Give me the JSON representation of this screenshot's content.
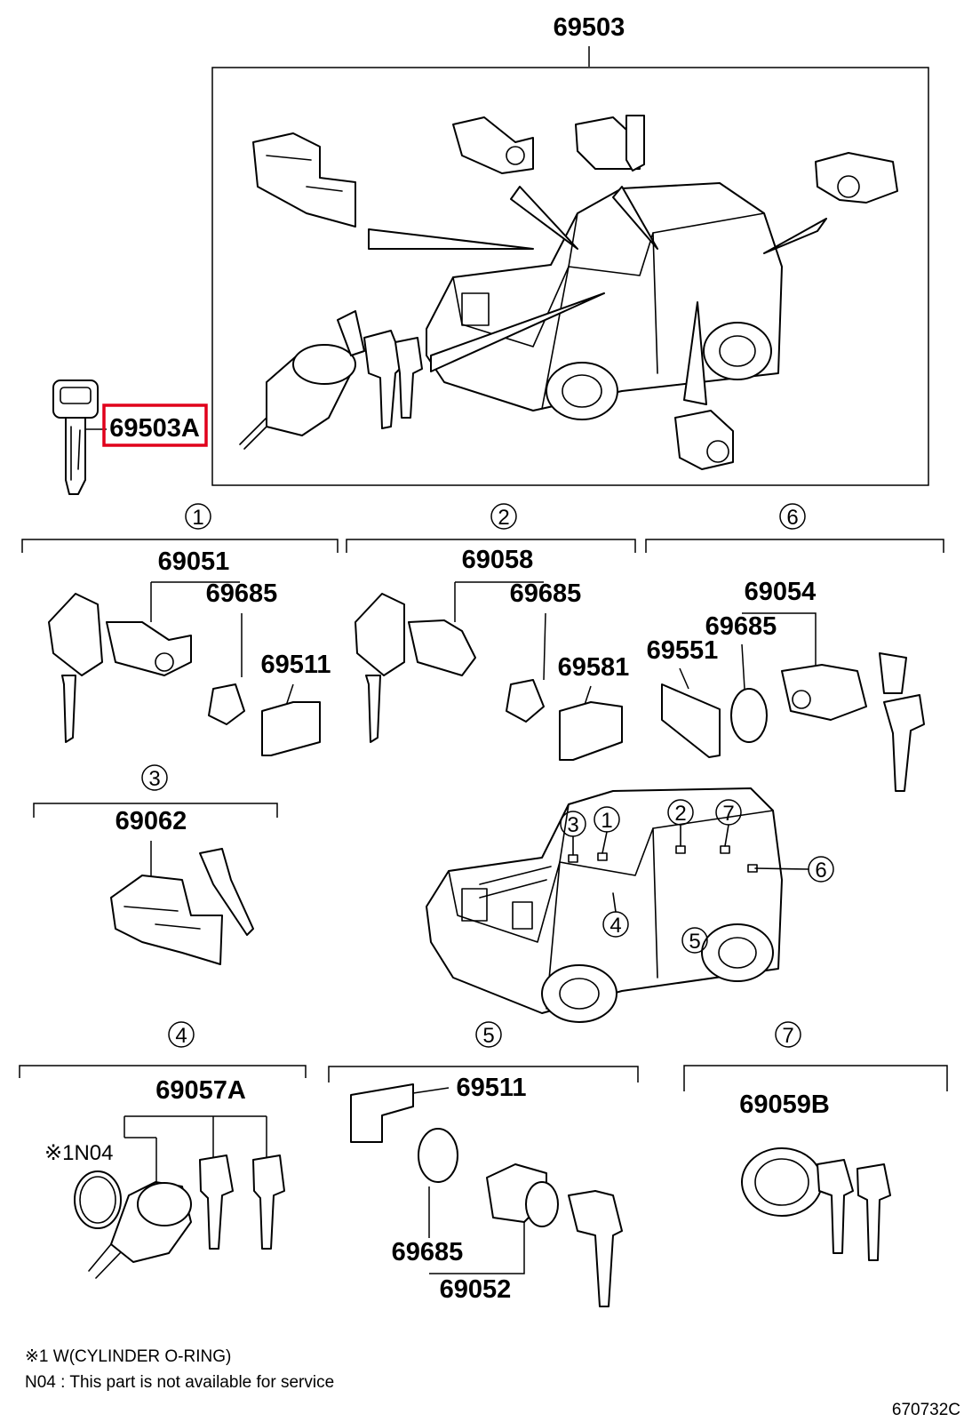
{
  "diagram": {
    "main_kit_number": "69503",
    "highlighted_part": "69503A",
    "highlight_color": "#e0001b",
    "groups": [
      {
        "marker": "1",
        "parts": [
          "69051",
          "69685",
          "69511"
        ]
      },
      {
        "marker": "2",
        "parts": [
          "69058",
          "69685",
          "69581"
        ]
      },
      {
        "marker": "6",
        "parts": [
          "69054",
          "69685",
          "69551"
        ]
      },
      {
        "marker": "3",
        "parts": [
          "69062"
        ]
      },
      {
        "marker": "4",
        "parts": [
          "69057A",
          "※1N04"
        ]
      },
      {
        "marker": "5",
        "parts": [
          "69511",
          "69685",
          "69052"
        ]
      },
      {
        "marker": "7",
        "parts": [
          "69059B"
        ]
      }
    ],
    "vehicle_markers": [
      "3",
      "1",
      "2",
      "7",
      "6",
      "4",
      "5"
    ],
    "notes": [
      "※1 W(CYLINDER O-RING)",
      "N04 : This part is not available for service"
    ],
    "figure_code": "670732C"
  }
}
